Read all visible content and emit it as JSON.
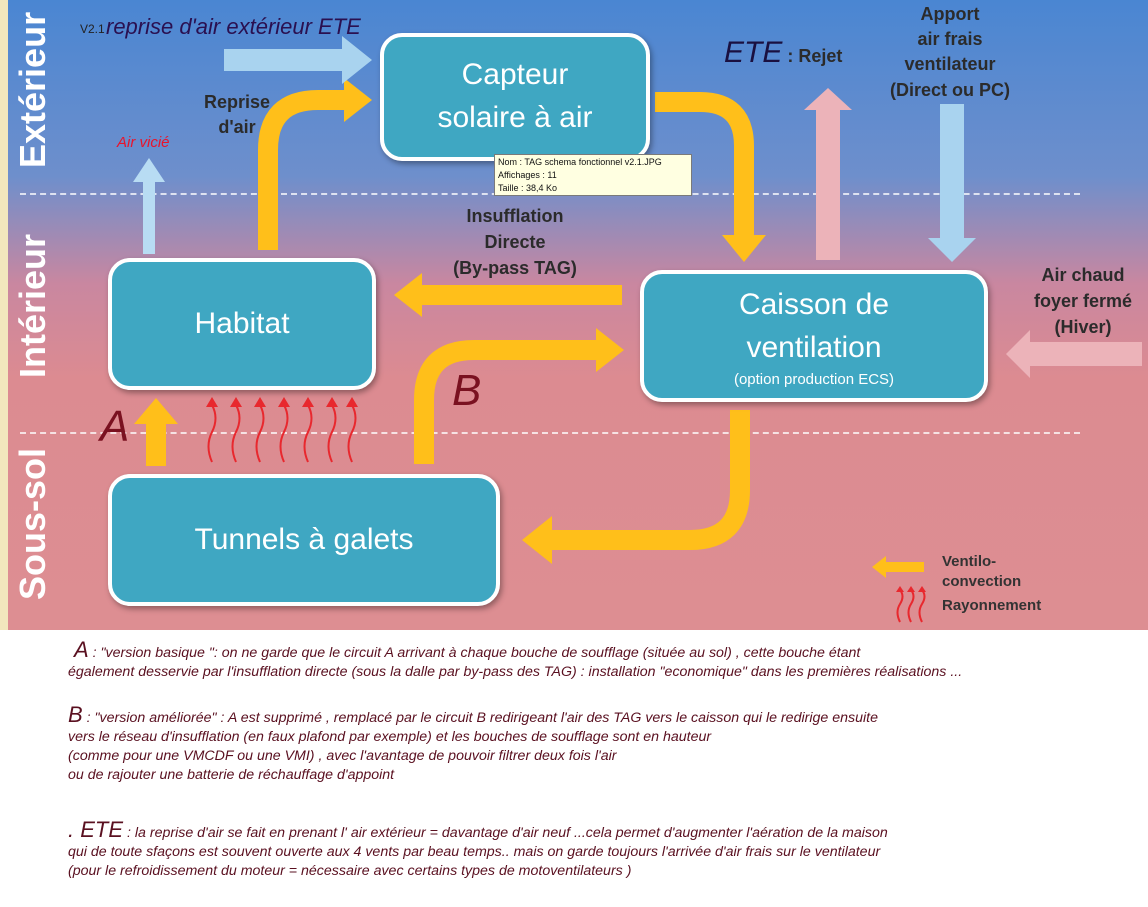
{
  "zones": {
    "exterieur": "Extérieur",
    "interieur": "Intérieur",
    "soussol": "Sous-sol"
  },
  "version": "V2.1",
  "top_title": "reprise d'air extérieur ETE",
  "boxes": {
    "capteur": [
      "Capteur",
      "solaire à air"
    ],
    "habitat": "Habitat",
    "caisson": [
      "Caisson de",
      "ventilation"
    ],
    "caisson_sub": "(option production ECS)",
    "tunnels": "Tunnels à galets"
  },
  "labels": {
    "reprise": [
      "Reprise",
      "d'air"
    ],
    "air_vicie": "Air vicié",
    "insufflation": [
      "Insufflation",
      "Directe",
      "(By-pass TAG)"
    ],
    "ete_big": "ETE",
    "ete_rest": " : Rejet",
    "apport": [
      "Apport",
      "air frais",
      "ventilateur",
      "(Direct ou PC)"
    ],
    "air_chaud": [
      "Air chaud",
      "foyer fermé",
      "(Hiver)"
    ],
    "letter_a": "A",
    "letter_b": "B"
  },
  "legend": {
    "ventilo": [
      "Ventilo-",
      "convection"
    ],
    "rayonnement": "Rayonnement"
  },
  "tooltip": [
    "Nom : TAG schema fonctionnel v2.1.JPG",
    "Affichages : 11",
    "Taille : 38,4 Ko"
  ],
  "notes": {
    "a_letter": "A",
    "a_lines": [
      " : \"version basique \": on ne garde que le circuit A arrivant à chaque bouche de soufflage (située au sol) , cette bouche étant",
      "également desservie par l'insufflation directe (sous la dalle par by-pass des TAG) : installation \"economique\" dans les premières réalisations ..."
    ],
    "b_letter": "B",
    "b_lines": [
      " : \"version améliorée\" : A est supprimé , remplacé par le circuit B redirigeant l'air des TAG vers le caisson qui le redirige ensuite",
      "vers le réseau d'insufflation (en faux plafond par exemple) et les bouches de soufflage sont en hauteur",
      "(comme pour une VMCDF ou une VMI) , avec l'avantage de pouvoir filtrer deux fois l'air",
      " ou de rajouter une batterie de réchauffage d'appoint"
    ],
    "ete_prefix": ". ",
    "ete_letter": "ETE",
    "ete_lines": [
      " : la reprise d'air se fait en prenant l' air extérieur = davantage d'air neuf ...cela permet d'augmenter l'aération de la maison",
      "qui de toute sfaçons est souvent ouverte aux 4 vents par beau temps.. mais on garde toujours l'arrivée d'air frais sur le ventilateur",
      "(pour le refroidissement du moteur = nécessaire avec certains types de motoventilateurs )"
    ]
  },
  "colors": {
    "orange": "#ffbf1a",
    "box": "#3fa7c2",
    "lightblue": "#a9d3ef",
    "pink": "#ecb3b9",
    "red": "#e8282e"
  }
}
